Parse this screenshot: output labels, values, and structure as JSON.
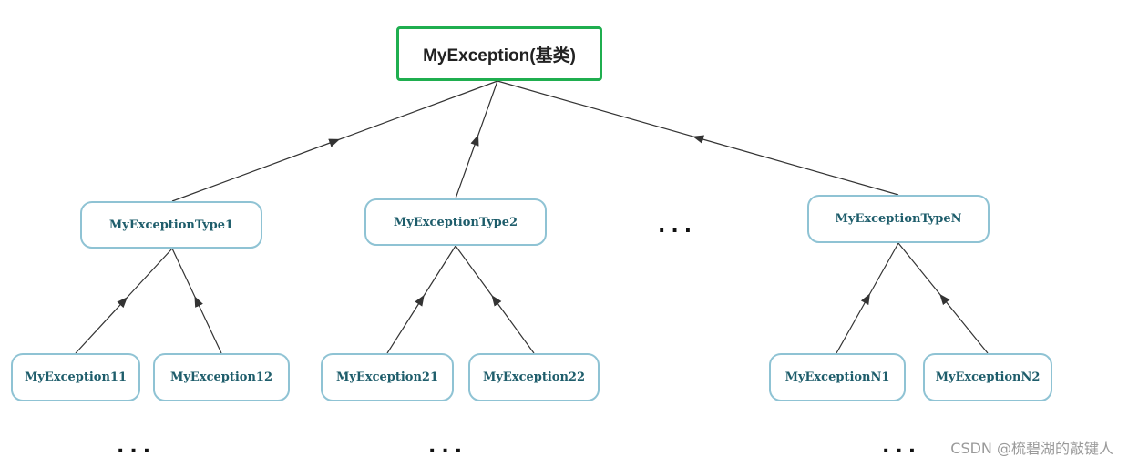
{
  "diagram": {
    "root": {
      "label": "MyException(基类)"
    },
    "level1": [
      {
        "label": "MyExceptionType1"
      },
      {
        "label": "MyExceptionType2"
      },
      {
        "label": "MyExceptionTypeN"
      }
    ],
    "level2": [
      {
        "label": "MyException11"
      },
      {
        "label": "MyException12"
      },
      {
        "label": "MyException21"
      },
      {
        "label": "MyException22"
      },
      {
        "label": "MyExceptionN1"
      },
      {
        "label": "MyExceptionN2"
      }
    ],
    "ellipsis": [
      "...",
      "...",
      "...",
      "..."
    ],
    "colors": {
      "root_border": "#1fae4f",
      "node_border": "#8fc3d4",
      "node_text": "#1e5d6b",
      "edge": "#333333"
    }
  },
  "watermark": "CSDN @梳碧湖的敲键人"
}
